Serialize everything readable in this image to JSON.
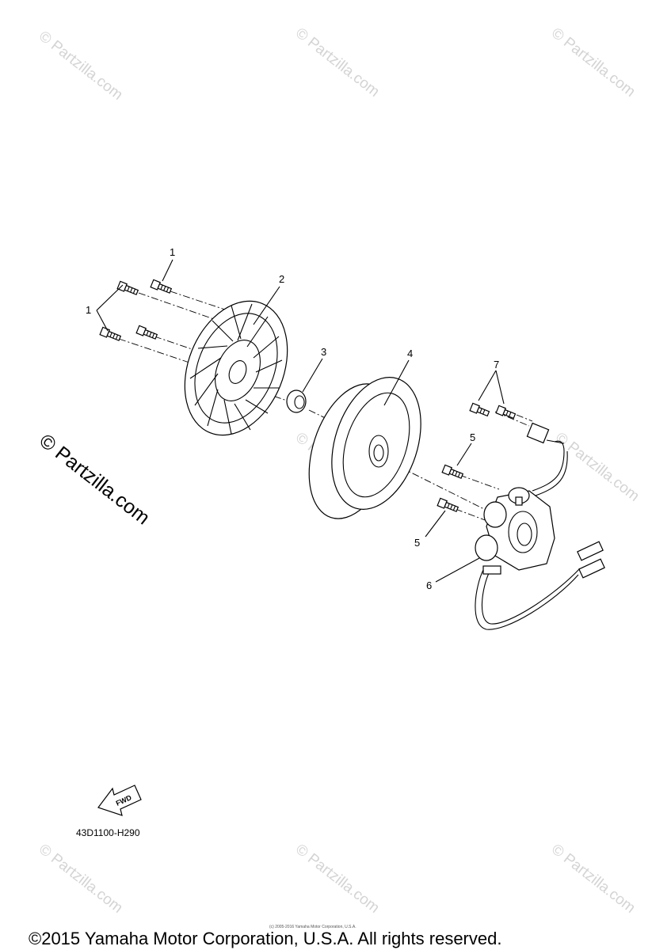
{
  "callouts": {
    "c1a": "1",
    "c1b": "1",
    "c2": "2",
    "c3": "3",
    "c4": "4",
    "c5a": "5",
    "c5b": "5",
    "c6": "6",
    "c7": "7"
  },
  "watermark": {
    "text": "© Partzilla.com"
  },
  "fwd_label": "FWD",
  "diagram_code": "43D1100-H290",
  "tiny_copyright": "(c) 2005-2016 Yamaha Motor Corporation, U.S.A.",
  "copyright": "©2015 Yamaha Motor Corporation, U.S.A. All rights reserved.",
  "colors": {
    "line": "#000000",
    "watermark": "#d4d4d4",
    "background": "#ffffff"
  }
}
